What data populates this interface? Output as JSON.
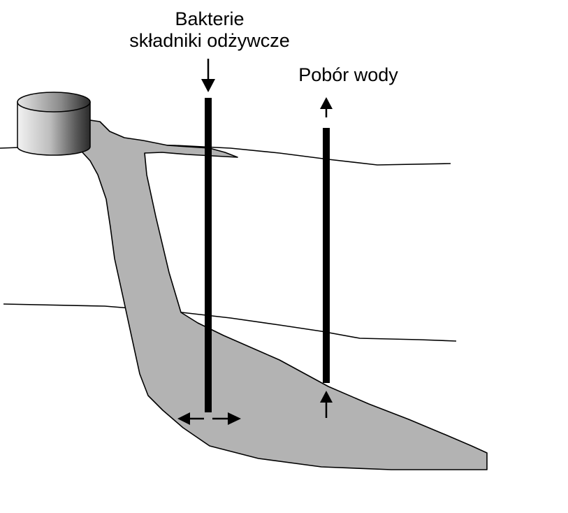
{
  "labels": {
    "injection_line1": "Bakterie",
    "injection_line2": "składniki odżywcze",
    "extraction": "Pobór wody"
  },
  "colors": {
    "plume_fill": "#b3b3b3",
    "outline": "#000000",
    "well": "#000000",
    "background": "#ffffff"
  },
  "icons": {
    "tank": "cylindrical-tank-icon",
    "down_arrow": "arrow-down-icon",
    "up_arrow": "arrow-up-icon",
    "spread_arrows": "arrow-left-right-icon"
  }
}
